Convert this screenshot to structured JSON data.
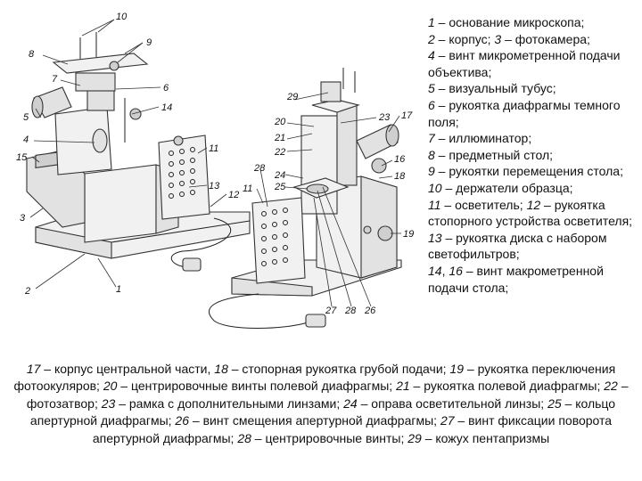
{
  "legend": [
    {
      "key": "1",
      "text": " – основание микроскопа;"
    },
    {
      "key": "2",
      "text": " – корпус; ",
      "key2": "3",
      "text2": " – фотокамера;"
    },
    {
      "key": "4",
      "text": " – винт микрометренной подачи объектива;"
    },
    {
      "key": "5",
      "text": " – визуальный тубус;"
    },
    {
      "key": "6",
      "text": " – рукоятка диафрагмы темного поля;"
    },
    {
      "key": "7",
      "text": " – иллюминатор;"
    },
    {
      "key": "8",
      "text": " – предметный стол;"
    },
    {
      "key": "9",
      "text": " – рукоятки перемещения стола;"
    },
    {
      "key": "10",
      "text": " – держатели образца;"
    },
    {
      "key": "11",
      "text": " – осветитель; ",
      "key2": "12",
      "text2": " – рукоятка стопорного устройства осветителя;"
    },
    {
      "key": "13",
      "text": " – рукоятка диска с набором светофильтров;"
    },
    {
      "key": "14",
      "text": ", ",
      "key2": "16",
      "text2": " – винт макрометренной подачи стола;"
    }
  ],
  "caption": [
    {
      "key": "17",
      "text": " – корпус центральной части, "
    },
    {
      "key": "18",
      "text": " – стопорная рукоятка грубой подачи; "
    },
    {
      "key": "19",
      "text": " – рукоятка переключения фотоокуляров; "
    },
    {
      "key": "20",
      "text": " – центрировочные винты полевой диафрагмы; "
    },
    {
      "key": "21",
      "text": " – рукоятка полевой диафрагмы; "
    },
    {
      "key": "22",
      "text": " – фотозатвор; "
    },
    {
      "key": "23",
      "text": " – рамка с дополнительными линзами; "
    },
    {
      "key": "24",
      "text": " – оправа осветительной линзы; "
    },
    {
      "key": "25",
      "text": " – кольцо апертурной диафрагмы; "
    },
    {
      "key": "26",
      "text": " – винт смещения апертурной диафрагмы;  "
    },
    {
      "key": "27",
      "text": " – винт фиксации поворота апертурной диафрагмы; "
    },
    {
      "key": "28",
      "text": " – центрировочные винты; "
    },
    {
      "key": "29",
      "text": " – кожух пентапризмы"
    }
  ],
  "callouts": [
    "10",
    "9",
    "8",
    "6",
    "7",
    "14",
    "5",
    "4",
    "15",
    "11",
    "3",
    "13",
    "12",
    "2",
    "1",
    "29",
    "20",
    "21",
    "22",
    "23",
    "17",
    "28",
    "24",
    "25",
    "11",
    "16",
    "18",
    "19",
    "27",
    "28",
    "26"
  ]
}
